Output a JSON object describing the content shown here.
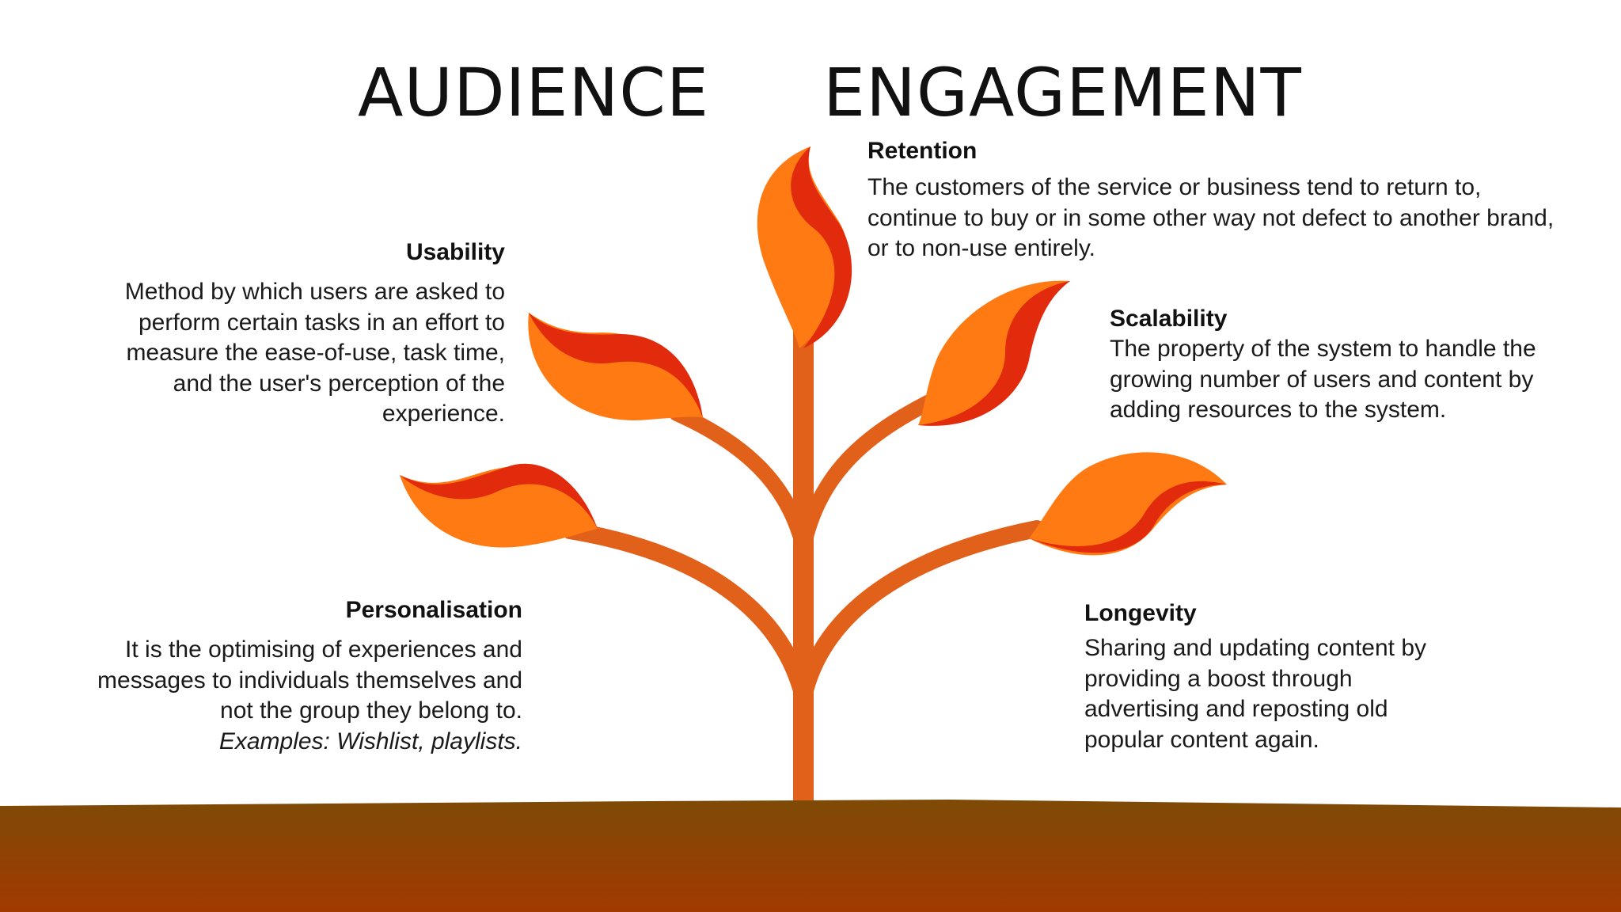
{
  "title": {
    "left": "AUDIENCE",
    "right": "ENGAGEMENT"
  },
  "colors": {
    "leaf_orange": "#FF7A12",
    "leaf_red": "#E22A0C",
    "stem": "#E2611A",
    "soil_top": "#7E4A06",
    "soil_bottom": "#A23A02"
  },
  "sections": {
    "retention": {
      "heading": "Retention",
      "body": "The customers of the service or business tend to return to, continue to buy or in some other way not defect to another brand, or to non-use entirely."
    },
    "usability": {
      "heading": "Usability",
      "body": "Method by which users are asked to perform certain tasks in an effort to measure the ease-of-use, task time, and the user's perception of the experience."
    },
    "scalability": {
      "heading": "Scalability",
      "body": "The property of the system to handle the growing number of users and content by adding resources to the system."
    },
    "personalisation": {
      "heading": "Personalisation",
      "body": "It is the optimising of experiences and messages to individuals themselves and not the group they belong to.",
      "example": "Examples: Wishlist, playlists."
    },
    "longevity": {
      "heading": "Longevity",
      "body": "Sharing and updating content by providing a boost through advertising and reposting old popular content again."
    }
  }
}
